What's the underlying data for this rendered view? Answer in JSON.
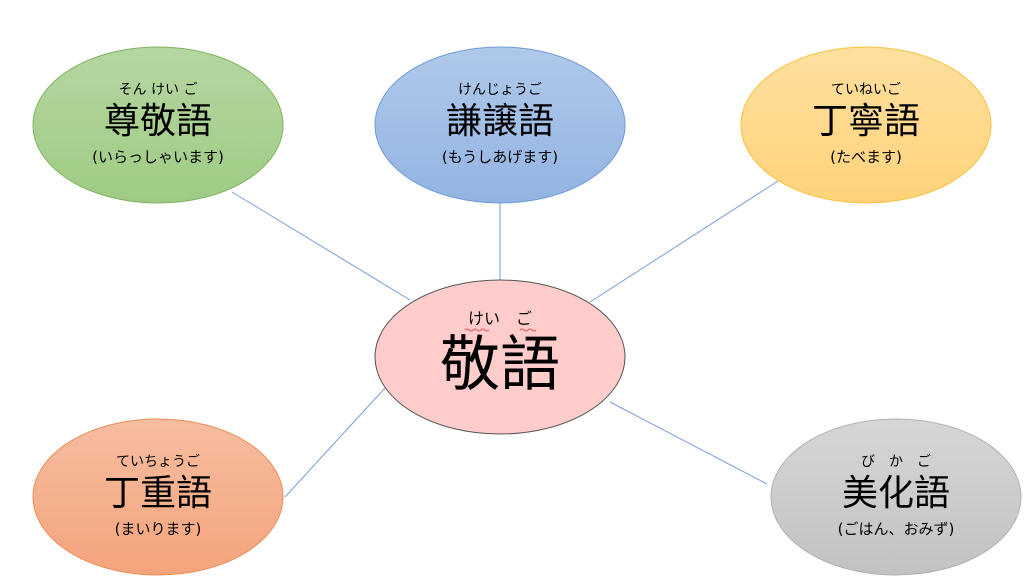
{
  "center": {
    "reading": "けい　ご",
    "term": "敬語",
    "fill": "#ffcccc",
    "stroke": "#555555"
  },
  "nodes": [
    {
      "reading": "そん けい ご",
      "term": "尊敬語",
      "example": "(いらっしゃいます)",
      "fill_top": "#b5d6a0",
      "fill_bottom": "#9fcb84",
      "stroke": "#7fb35e"
    },
    {
      "reading": "けんじょうご",
      "term": "謙譲語",
      "example": "(もうしあげます)",
      "fill_top": "#b0c9ea",
      "fill_bottom": "#92b4e2",
      "stroke": "#6f9bd8"
    },
    {
      "reading": "ていねいご",
      "term": "丁寧語",
      "example": "(たべます)",
      "fill_top": "#ffe0a0",
      "fill_bottom": "#ffd27a",
      "stroke": "#f5c242"
    },
    {
      "reading": "ていちょうご",
      "term": "丁重語",
      "example": "(まいります)",
      "fill_top": "#f6bda0",
      "fill_bottom": "#f4a47c",
      "stroke": "#ec8d57"
    },
    {
      "reading": "び　か　ご",
      "term": "美化語",
      "example": "(ごはん、おみず)",
      "fill_top": "#d6d6d6",
      "fill_bottom": "#c2c2c2",
      "stroke": "#b0b0b0"
    }
  ]
}
